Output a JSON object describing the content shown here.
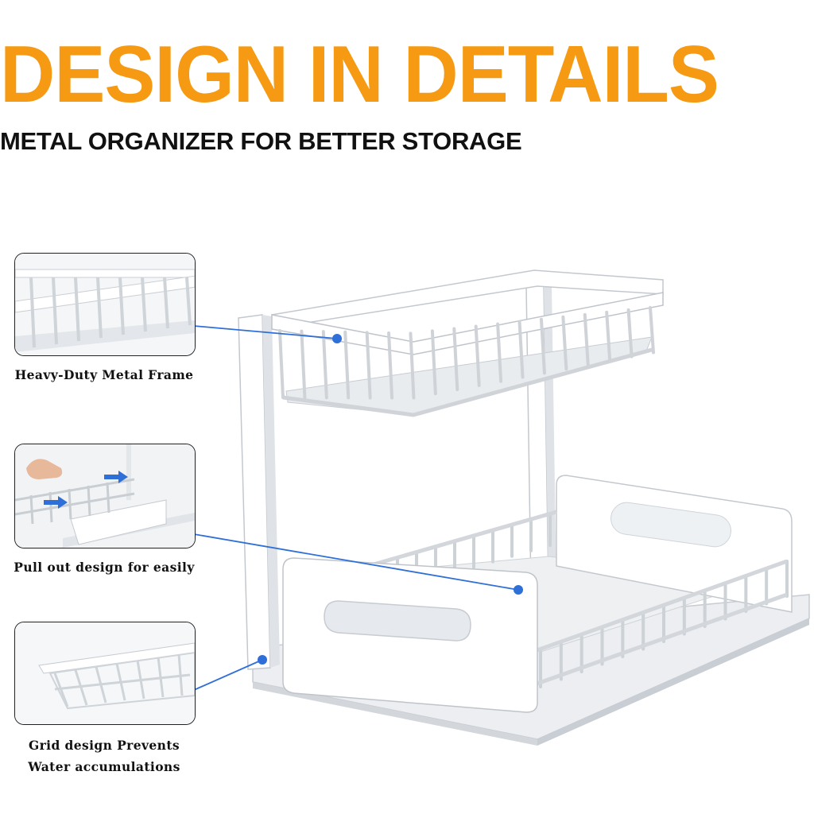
{
  "header": {
    "title": "DESIGN IN DETAILS",
    "subtitle": "METAL ORGANIZER FOR BETTER STORAGE"
  },
  "callouts": [
    {
      "caption_lines": [
        "Heavy-Duty Metal Frame"
      ]
    },
    {
      "caption_lines": [
        "Pull out design for easily"
      ]
    },
    {
      "caption_lines": [
        "Grid design Prevents",
        "Water accumulations"
      ]
    }
  ],
  "colors": {
    "headline": "#f59a12",
    "text": "#111111",
    "leader": "#2f6fd8",
    "frame": "#ffffff",
    "frame_shade": "#d9dde2"
  }
}
